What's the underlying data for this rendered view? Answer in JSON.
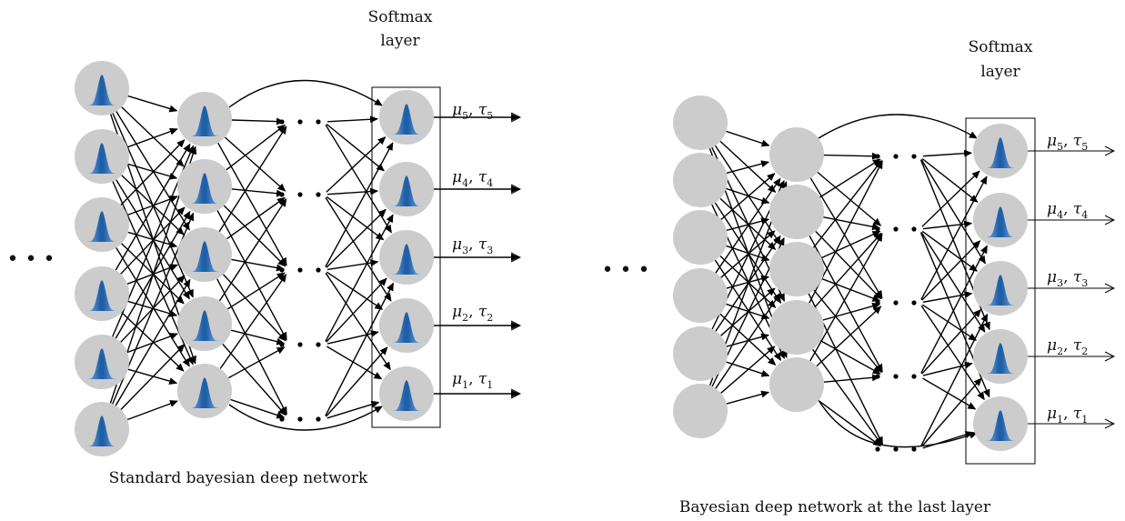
{
  "diagrams": [
    {
      "id": "left",
      "caption": "Standard bayesian deep network",
      "softmax_label_line1": "Softmax",
      "softmax_label_line2": "layer",
      "ellipsis": "• • •",
      "input_ellipsis": "• • •",
      "nodes_have_distribution_icons": true,
      "outputs": [
        {
          "mu": "μ",
          "mu_sub": "5",
          "tau": "τ",
          "tau_sub": "5"
        },
        {
          "mu": "μ",
          "mu_sub": "4",
          "tau": "τ",
          "tau_sub": "4"
        },
        {
          "mu": "μ",
          "mu_sub": "3",
          "tau": "τ",
          "tau_sub": "3"
        },
        {
          "mu": "μ",
          "mu_sub": "2",
          "tau": "τ",
          "tau_sub": "2"
        },
        {
          "mu": "μ",
          "mu_sub": "1",
          "tau": "τ",
          "tau_sub": "1"
        }
      ]
    },
    {
      "id": "right",
      "caption": "Bayesian deep network at the last layer",
      "softmax_label_line1": "Softmax",
      "softmax_label_line2": "layer",
      "ellipsis": "• • •",
      "input_ellipsis": "• • •",
      "nodes_have_distribution_icons": false,
      "softmax_nodes_have_distribution_icons": true,
      "outputs": [
        {
          "mu": "μ",
          "mu_sub": "5",
          "tau": "τ",
          "tau_sub": "5"
        },
        {
          "mu": "μ",
          "mu_sub": "4",
          "tau": "τ",
          "tau_sub": "4"
        },
        {
          "mu": "μ",
          "mu_sub": "3",
          "tau": "τ",
          "tau_sub": "3"
        },
        {
          "mu": "μ",
          "mu_sub": "2",
          "tau": "τ",
          "tau_sub": "2"
        },
        {
          "mu": "μ",
          "mu_sub": "1",
          "tau": "τ",
          "tau_sub": "1"
        }
      ]
    }
  ],
  "colors": {
    "node_fill": "#cccccc",
    "edge": "#000000",
    "gauss_dark": "#1f5fa8",
    "gauss_light": "#7fb2e5"
  }
}
